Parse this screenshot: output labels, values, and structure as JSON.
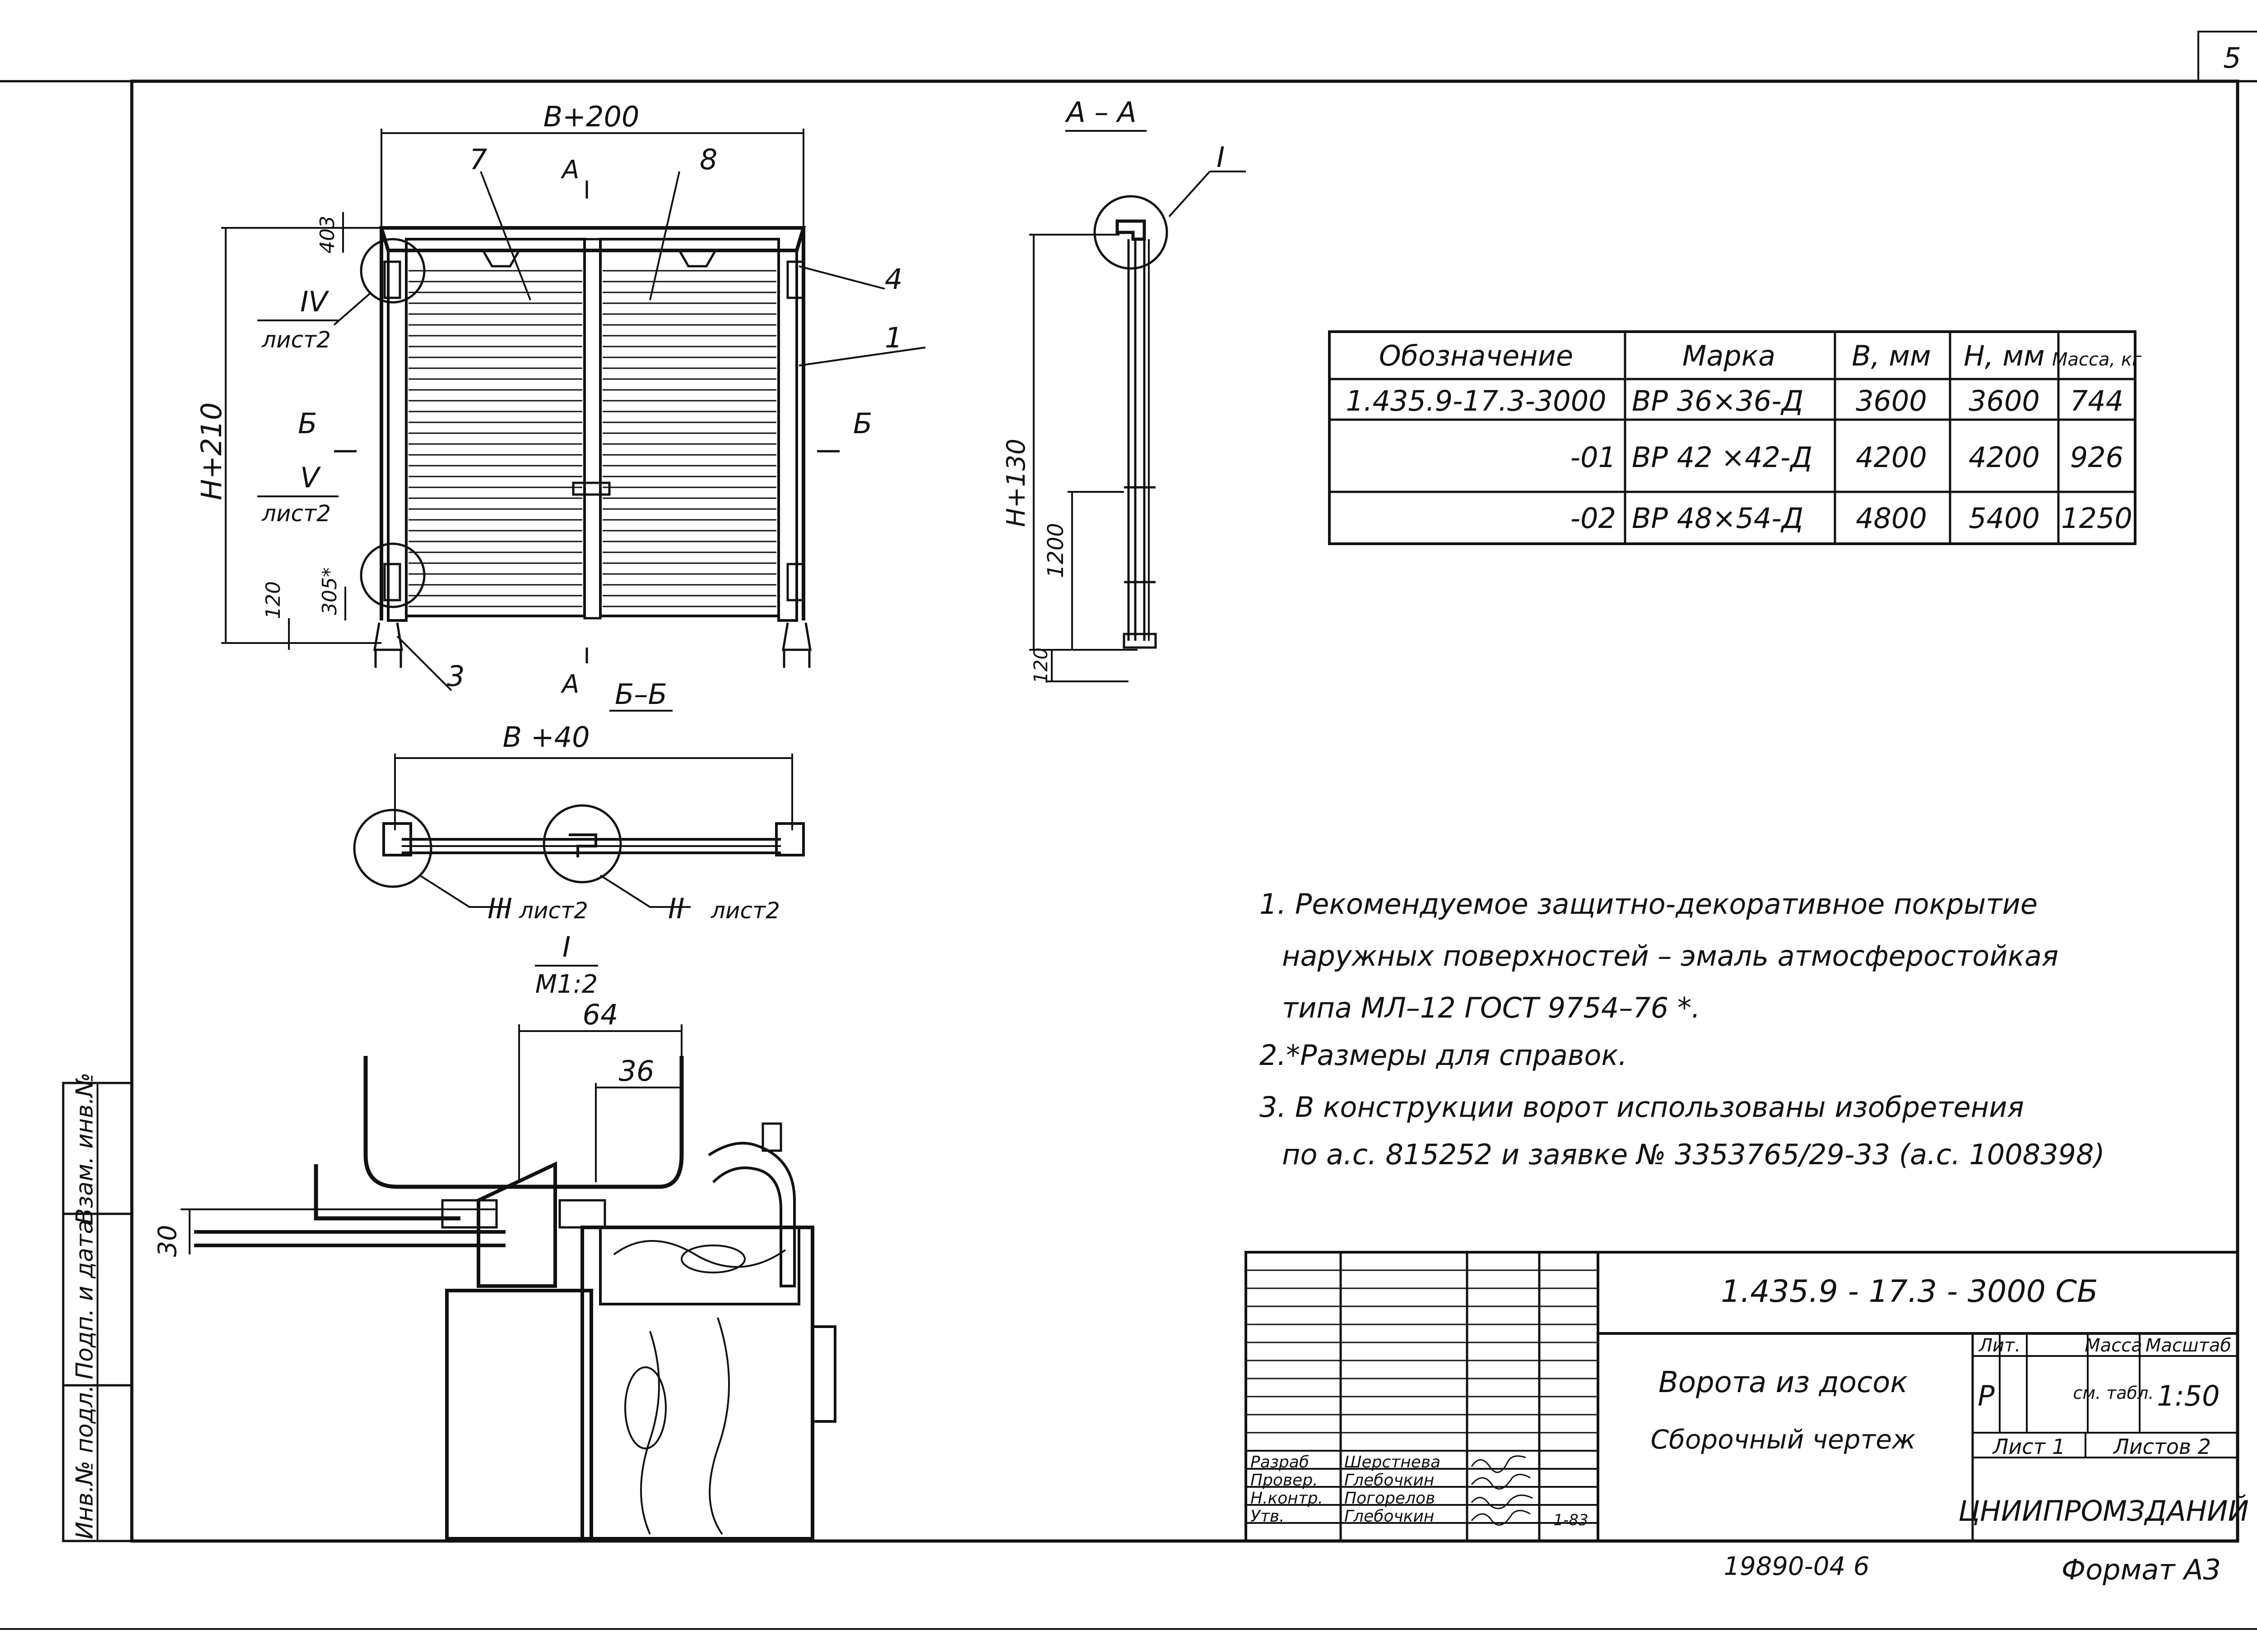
{
  "sheet_number": "5",
  "section_label": "А – А",
  "section_marks": {
    "a": "А",
    "b": "Б"
  },
  "detail_labels": {
    "roman_1": "I",
    "roman_2": "II",
    "roman_3": "III",
    "roman_4": "IV",
    "roman_5": "V",
    "sheet_ref": "лист2"
  },
  "front_view": {
    "width_dim": "В+200",
    "height_dim": "Н+210",
    "dim_403": "403",
    "dim_120": "120",
    "dim_305": "305*",
    "callouts": [
      "7",
      "8",
      "4",
      "1",
      "3"
    ]
  },
  "section_aa": {
    "height_dim": "Н+130",
    "dim_1200": "1200",
    "dim_120": "120"
  },
  "section_bb": {
    "label": "Б–Б",
    "width_dim": "В +40"
  },
  "detail_I": {
    "title": "I",
    "scale": "М1:2",
    "dim_64": "64",
    "dim_36": "36",
    "dim_30": "30"
  },
  "table": {
    "headers": [
      "Обозначение",
      "Марка",
      "В, мм",
      "Н, мм",
      "Масса, кг"
    ],
    "rows": [
      [
        "1.435.9-17.3-3000",
        "ВР 36×36-Д",
        "3600",
        "3600",
        "744"
      ],
      [
        "-01",
        "ВР 42 ×42-Д",
        "4200",
        "4200",
        "926"
      ],
      [
        "-02",
        "ВР 48×54-Д",
        "4800",
        "5400",
        "1250"
      ]
    ]
  },
  "notes": [
    "1. Рекомендуемое защитно-декоративное покрытие",
    "наружных поверхностей – эмаль атмосферостойкая",
    "типа МЛ–12 ГОСТ 9754–76 *.",
    "2.*Размеры для справок.",
    "3. В конструкции ворот использованы изобретения",
    "по а.с. 815252 и заявке № 3353765/29-33 (а.с. 1008398)"
  ],
  "side_stamp": [
    "Инв.№ подл.",
    "Подп. и дата",
    "Взам. инв.№"
  ],
  "title_block": {
    "designation": "1.435.9 - 17.3 - 3000 СБ",
    "name_line1": "Ворота из досок",
    "name_line2": "Сборочный чертеж",
    "lit_header": "Лит.",
    "mass_header": "Масса",
    "scale_header": "Масштаб",
    "lit_value": "Р",
    "mass_value": "см. табл.",
    "scale_value": "1:50",
    "sheet_label": "Лист 1",
    "sheets_label": "Листов 2",
    "organization": "ЦНИИПРОМЗДАНИЙ",
    "roles": [
      "Разраб",
      "Провер.",
      "Н.контр.",
      "Утв."
    ],
    "names": [
      "Шерстнева",
      "Глебочкин",
      "Погорелов",
      "Глебочкин"
    ],
    "date": "1-83"
  },
  "archive_number": "19890-04 6",
  "format": "Формат А3"
}
